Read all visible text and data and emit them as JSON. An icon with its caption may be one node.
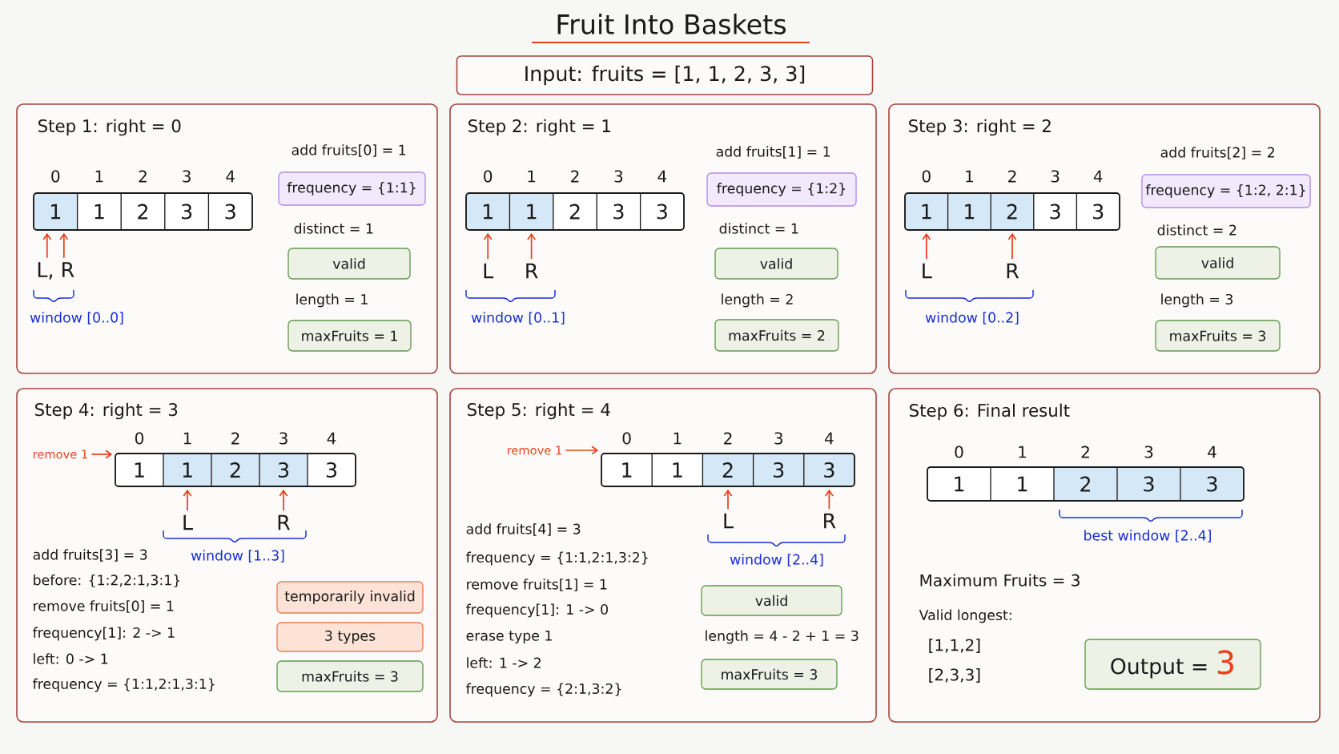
{
  "diagram": {
    "title": "Fruit Into Baskets",
    "nodes": [
      {
        "text": [
          "Input: fruits = [1, 1, 2, 3, 3]"
        ]
      },
      {
        "text": [
          "Step 1: right = 0"
        ]
      },
      {
        "text": [
          "1"
        ],
        "in": 1
      },
      {
        "text": [
          "1"
        ],
        "in": 1
      },
      {
        "text": [
          "2"
        ],
        "in": 1
      },
      {
        "text": [
          "3"
        ],
        "in": 1
      },
      {
        "text": [
          "3"
        ],
        "in": 1
      },
      {
        "text": [
          "L, R"
        ],
        "in": 1
      },
      {
        "text": [
          "frequency = {1:1}"
        ],
        "in": 1
      },
      {
        "text": [
          "valid"
        ],
        "in": 1
      },
      {
        "text": [
          "maxFruits = 1"
        ],
        "in": 1
      },
      {
        "text": [
          "Step 2: right = 1"
        ]
      },
      {
        "text": [
          "1"
        ],
        "in": 11
      },
      {
        "text": [
          "1"
        ],
        "in": 11
      },
      {
        "text": [
          "2"
        ],
        "in": 11
      },
      {
        "text": [
          "3"
        ],
        "in": 11
      },
      {
        "text": [
          "3"
        ],
        "in": 11
      },
      {
        "text": [
          "L"
        ],
        "in": 11
      },
      {
        "text": [
          "R"
        ],
        "in": 11
      },
      {
        "text": [
          "frequency = {1:2}"
        ],
        "in": 11
      },
      {
        "text": [
          "valid"
        ],
        "in": 11
      },
      {
        "text": [
          "maxFruits = 2"
        ],
        "in": 11
      },
      {
        "text": [
          "Step 3: right = 2"
        ]
      },
      {
        "text": [
          "1"
        ],
        "in": 22
      },
      {
        "text": [
          "1"
        ],
        "in": 22
      },
      {
        "text": [
          "2"
        ],
        "in": 22
      },
      {
        "text": [
          "3"
        ],
        "in": 22
      },
      {
        "text": [
          "3"
        ],
        "in": 22
      },
      {
        "text": [
          "L"
        ],
        "in": 22
      },
      {
        "text": [
          "R"
        ],
        "in": 22
      },
      {
        "text": [
          "frequency = {1:2, 2:1}"
        ],
        "in": 22
      },
      {
        "text": [
          "valid"
        ],
        "in": 22
      },
      {
        "text": [
          "maxFruits = 3"
        ],
        "in": 22
      },
      {
        "text": [
          "Step 4: right = 3"
        ]
      },
      {
        "text": [
          "remove 1"
        ],
        "in": 33
      },
      {
        "text": [
          "1"
        ],
        "in": 33
      },
      {
        "text": [
          "1"
        ],
        "in": 33
      },
      {
        "text": [
          "2"
        ],
        "in": 33
      },
      {
        "text": [
          "3"
        ],
        "in": 33
      },
      {
        "text": [
          "3"
        ],
        "in": 33
      },
      {
        "text": [
          "L"
        ],
        "in": 33
      },
      {
        "text": [
          "R"
        ],
        "in": 33
      },
      {
        "text": [
          "temporarily invalid"
        ],
        "in": 33
      },
      {
        "text": [
          "3 types"
        ],
        "in": 33
      },
      {
        "text": [
          "maxFruits = 3"
        ],
        "in": 33
      },
      {
        "text": [
          "Step 5: right = 4"
        ]
      },
      {
        "text": [
          "remove 1"
        ],
        "in": 45
      },
      {
        "text": [
          "1"
        ],
        "in": 45
      },
      {
        "text": [
          "1"
        ],
        "in": 45
      },
      {
        "text": [
          "2"
        ],
        "in": 45
      },
      {
        "text": [
          "3"
        ],
        "in": 45
      },
      {
        "text": [
          "3"
        ],
        "in": 45
      },
      {
        "text": [
          "L"
        ],
        "in": 45
      },
      {
        "text": [
          "R"
        ],
        "in": 45
      },
      {
        "text": [
          "valid"
        ],
        "in": 45
      },
      {
        "text": [
          "maxFruits = 3"
        ],
        "in": 45
      },
      {
        "text": [
          "Step 6: Final result"
        ]
      },
      {
        "text": [
          "1"
        ],
        "in": 56
      },
      {
        "text": [
          "1"
        ],
        "in": 56
      },
      {
        "text": [
          "2"
        ],
        "in": 56
      },
      {
        "text": [
          "3"
        ],
        "in": 56
      },
      {
        "text": [
          "3"
        ],
        "in": 56
      },
      {
        "text": [
          "Output =",
          "3"
        ],
        "in": 56
      }
    ],
    "edges": [
      {
        "from": 7,
        "to": 2,
        "arrow": "to"
      },
      {
        "from": 7,
        "to": 2,
        "arrow": "to"
      },
      {
        "from": 17,
        "to": 12,
        "arrow": "to"
      },
      {
        "from": 18,
        "to": 13,
        "arrow": "to"
      },
      {
        "from": 28,
        "to": 23,
        "arrow": "to"
      },
      {
        "from": 29,
        "to": 25,
        "arrow": "to"
      },
      {
        "from": 34,
        "to": 35,
        "arrow": "to"
      },
      {
        "from": 40,
        "to": 36,
        "arrow": "to"
      },
      {
        "from": 41,
        "to": 38,
        "arrow": "to"
      },
      {
        "from": 46,
        "to": 47,
        "arrow": "to"
      },
      {
        "from": 52,
        "to": 49,
        "arrow": "to"
      },
      {
        "from": 53,
        "to": 51,
        "arrow": "to"
      }
    ],
    "labels": [
      "0",
      "1",
      "2",
      "3",
      "4",
      "add fruits[0] = 1",
      "distinct = 1",
      "length = 1",
      "window [0..0]",
      "0",
      "1",
      "2",
      "3",
      "4",
      "add fruits[1] = 1",
      "distinct = 1",
      "length = 2",
      "window [0..1]",
      "0",
      "1",
      "2",
      "3",
      "4",
      "add fruits[2] = 2",
      "distinct = 2",
      "length = 3",
      "window [0..2]",
      "0",
      "1",
      "2",
      "3",
      "4",
      "add fruits[3] = 3",
      "window [1..3]",
      "before: {1:2,2:1,3:1}",
      "remove fruits[0] = 1",
      "frequency[1]: 2 -> 1",
      "left: 0 -> 1",
      "frequency = {1:1,2:1,3:1}",
      "0",
      "1",
      "2",
      "3",
      "4",
      "add fruits[4] = 3",
      "frequency = {1:1,2:1,3:2}",
      "window [2..4]",
      "remove fruits[1] = 1",
      "frequency[1]: 1 -> 0",
      "erase type 1",
      "left: 1 -> 2",
      "frequency = {2:1,3:2}",
      "length = 4 - 2 + 1 = 3",
      "0",
      "1",
      "2",
      "3",
      "4",
      "best window [2..4]",
      "Maximum Fruits = 3",
      "Valid longest:",
      "[1,1,2]",
      "[2,3,3]"
    ]
  }
}
